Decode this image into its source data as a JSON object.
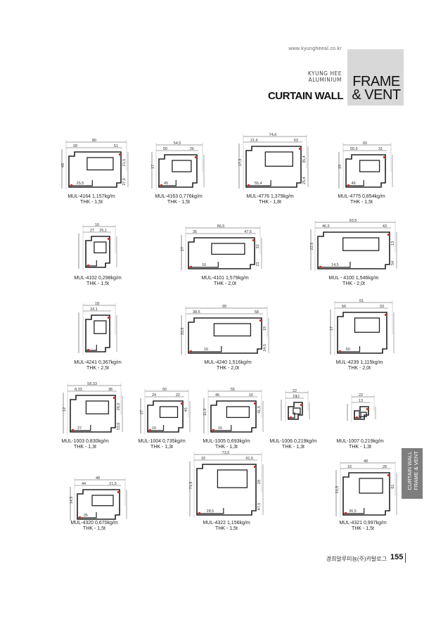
{
  "header": {
    "url": "www.kyungheeal.co.kr",
    "brand_line1": "KYUNG HEE",
    "brand_line2": "ALUMINIUM",
    "series": "CURTAIN WALL",
    "title_line1": "FRAME",
    "title_line2": "& VENT"
  },
  "side_tab": {
    "line1": "CURTAIN WALL",
    "line2": "FRAME & VENT"
  },
  "colors": {
    "title_box": "#d8d8d8",
    "tab": "#7e7e7e",
    "accent_mark": "#c0392b"
  },
  "parts": [
    {
      "code": "MUL-4164",
      "weight": "1,157kg/m",
      "thk": "THK - 1,5t",
      "dims": [
        "80",
        "28",
        "51",
        "48",
        "25,5",
        "21,5",
        "27,8"
      ]
    },
    {
      "code": "MUL-4163",
      "weight": "0,776kg/m",
      "thk": "THK - 1,5t",
      "dims": [
        "54,5",
        "50",
        "26",
        "17",
        "45"
      ]
    },
    {
      "code": "MUL-4776",
      "weight": "1,379kg/m",
      "thk": "THK - 1,8t",
      "dims": [
        "74,6",
        "21,6",
        "53",
        "17,3",
        "55,4",
        "35,4",
        "25,4"
      ]
    },
    {
      "code": "MUL-4775",
      "weight": "0,854kg/m",
      "thk": "THK - 1,5t",
      "dims": [
        "60",
        "55,5",
        "31",
        "15",
        "46"
      ]
    },
    {
      "code": "MUL-4102",
      "weight": "0,298kg/m",
      "thk": "THK - 1,5t",
      "dims": [
        "16",
        "27",
        "26,1"
      ]
    },
    {
      "code": "MUL-4101",
      "weight": "1,579kg/m",
      "thk": "THK - 2,0t",
      "dims": [
        "86,5",
        "35",
        "47,5",
        "27",
        "16",
        "32",
        "23"
      ]
    },
    {
      "code": "MUL - 4100",
      "weight": "1,546kg/m",
      "thk": "THK - 2,0t",
      "dims": [
        "93,5",
        "46,5",
        "43",
        "22,5",
        "14,5",
        "13",
        "54"
      ]
    },
    {
      "code": "MUL-4241",
      "weight": "0,367kg/m",
      "thk": "THK - 2,5t",
      "dims": [
        "18",
        "33,1"
      ]
    },
    {
      "code": "MUL-4240",
      "weight": "1,516kg/m",
      "thk": "THK - 2,0t",
      "dims": [
        "99",
        "38,5",
        "58",
        "33,5",
        "16",
        "19",
        "24,5"
      ]
    },
    {
      "code": "MUL-4239",
      "weight": "1,115kg/m",
      "thk": "THK - 2,0t",
      "dims": [
        "61",
        "56",
        "33",
        "17",
        "50"
      ]
    },
    {
      "code": "MUL-1003",
      "weight": "0,830kg/m",
      "thk": "THK - 1,3t",
      "dims": [
        "58,33",
        "8,33",
        "38",
        "12",
        "27",
        "26,5",
        "53,6"
      ]
    },
    {
      "code": "MUL-1004",
      "weight": "0,735kg/m",
      "thk": "THK - 1,3t",
      "dims": [
        "50",
        "24",
        "22",
        "27",
        "19",
        "45"
      ]
    },
    {
      "code": "MUL-1005",
      "weight": "0,693kg/m",
      "thk": "THK - 1,3t",
      "dims": [
        "55",
        "46",
        "16",
        "11,3",
        "15",
        "41,5"
      ]
    },
    {
      "code": "MUL-1006",
      "weight": "0,219kg/m",
      "thk": "THK - 1,3t",
      "dims": [
        "22",
        "10",
        "12"
      ]
    },
    {
      "code": "MUL-1007",
      "weight": "0,219kg/m",
      "thk": "THK - 1,3t",
      "dims": [
        "22",
        "13"
      ]
    },
    {
      "code": "MUL-4320",
      "weight": "0,670kg/m",
      "thk": "THK - 1,5t",
      "dims": [
        "48",
        "44",
        "21,5",
        "14,5",
        "35"
      ]
    },
    {
      "code": "MUL-4322",
      "weight": "1,156kg/m",
      "thk": "THK - 1,5t",
      "dims": [
        "73,5",
        "32",
        "41,5",
        "71,5",
        "28,5",
        "28",
        "47,5"
      ]
    },
    {
      "code": "MUL-4321",
      "weight": "0,997kg/m",
      "thk": "THK - 1,5t",
      "dims": [
        "48",
        "16",
        "28",
        "21,5",
        "36,5",
        "61"
      ]
    }
  ],
  "footer": {
    "company": "경희알루미늄(주)카탈로그",
    "page": "155"
  }
}
